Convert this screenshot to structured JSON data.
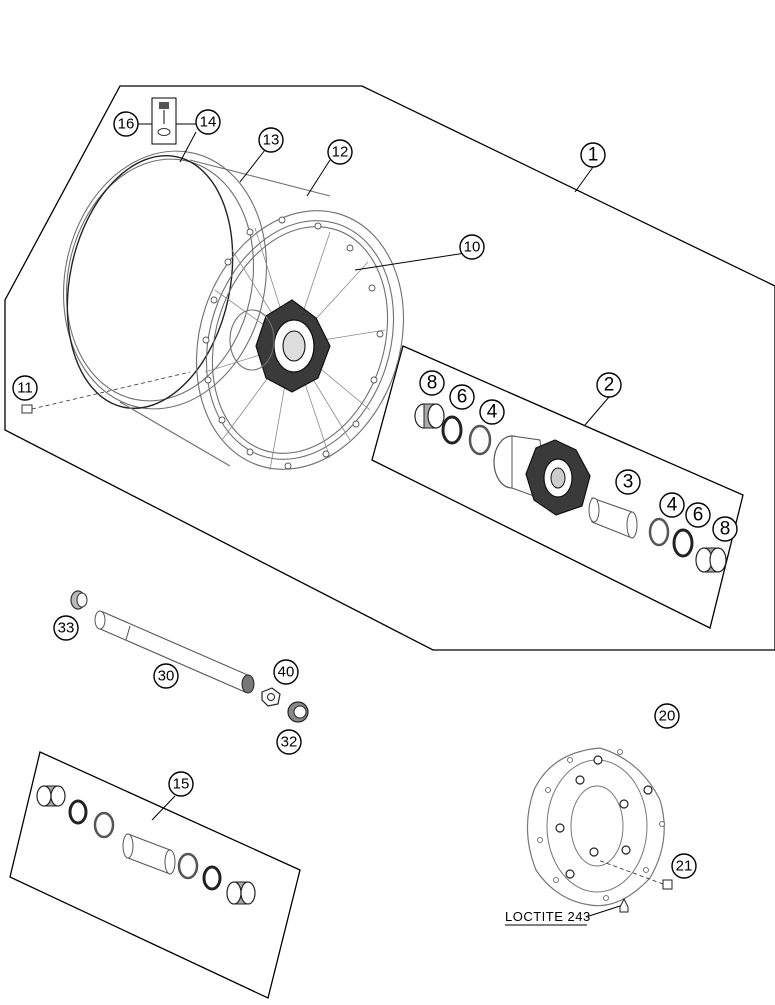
{
  "callouts": [
    {
      "id": "c1",
      "label": "1"
    },
    {
      "id": "c2",
      "label": "2"
    },
    {
      "id": "c3",
      "label": "3"
    },
    {
      "id": "c4a",
      "label": "4"
    },
    {
      "id": "c4b",
      "label": "4"
    },
    {
      "id": "c6a",
      "label": "6"
    },
    {
      "id": "c6b",
      "label": "6"
    },
    {
      "id": "c8a",
      "label": "8"
    },
    {
      "id": "c8b",
      "label": "8"
    },
    {
      "id": "c10",
      "label": "10"
    },
    {
      "id": "c11",
      "label": "11"
    },
    {
      "id": "c12",
      "label": "12"
    },
    {
      "id": "c13",
      "label": "13"
    },
    {
      "id": "c14",
      "label": "14"
    },
    {
      "id": "c15",
      "label": "15"
    },
    {
      "id": "c16",
      "label": "16"
    },
    {
      "id": "c20",
      "label": "20"
    },
    {
      "id": "c21",
      "label": "21"
    },
    {
      "id": "c30",
      "label": "30"
    },
    {
      "id": "c32",
      "label": "32"
    },
    {
      "id": "c33",
      "label": "33"
    },
    {
      "id": "c40",
      "label": "40"
    }
  ],
  "annotations": {
    "loctite": "LOCTITE 243"
  }
}
